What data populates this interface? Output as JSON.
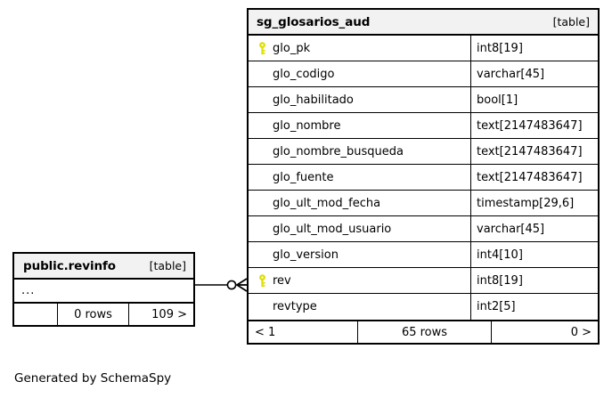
{
  "diagram": {
    "generated_by": "Generated by SchemaSpy",
    "colors": {
      "background": "#ffffff",
      "border": "#000000",
      "header_fill": "#f2f2f2",
      "key_icon": "#dede00",
      "text": "#000000"
    }
  },
  "main_table": {
    "name": "sg_glosarios_aud",
    "kind": "[table]",
    "columns": [
      {
        "name": "glo_pk",
        "type": "int8[19]",
        "primary_key": true
      },
      {
        "name": "glo_codigo",
        "type": "varchar[45]",
        "primary_key": false
      },
      {
        "name": "glo_habilitado",
        "type": "bool[1]",
        "primary_key": false
      },
      {
        "name": "glo_nombre",
        "type": "text[2147483647]",
        "primary_key": false
      },
      {
        "name": "glo_nombre_busqueda",
        "type": "text[2147483647]",
        "primary_key": false
      },
      {
        "name": "glo_fuente",
        "type": "text[2147483647]",
        "primary_key": false
      },
      {
        "name": "glo_ult_mod_fecha",
        "type": "timestamp[29,6]",
        "primary_key": false
      },
      {
        "name": "glo_ult_mod_usuario",
        "type": "varchar[45]",
        "primary_key": false
      },
      {
        "name": "glo_version",
        "type": "int4[10]",
        "primary_key": false
      },
      {
        "name": "rev",
        "type": "int8[19]",
        "primary_key": true
      },
      {
        "name": "revtype",
        "type": "int2[5]",
        "primary_key": false
      }
    ],
    "footer": {
      "left": "< 1",
      "center": "65 rows",
      "right": "0 >"
    }
  },
  "related_table": {
    "name": "public.revinfo",
    "kind": "[table]",
    "ellipsis": "...",
    "footer": {
      "left": "",
      "center": "0 rows",
      "right": "109 >"
    }
  },
  "relationship": {
    "from": "public.revinfo",
    "to": "sg_glosarios_aud.rev",
    "notation": "crows-foot-zero-or-many"
  }
}
